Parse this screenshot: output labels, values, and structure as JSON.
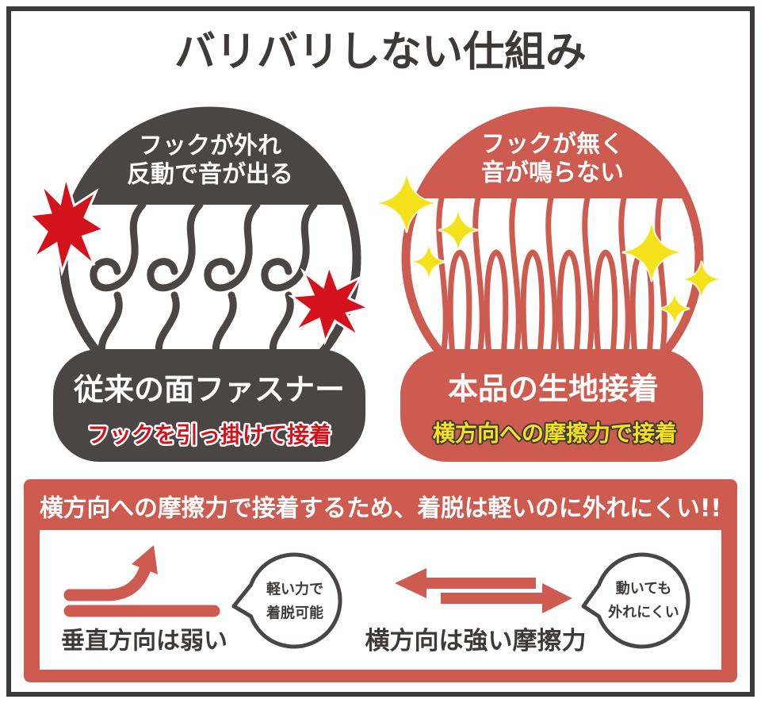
{
  "title": "バリバリしない仕組み",
  "conventional": {
    "caption_line1": "フックが外れ",
    "caption_line2": "反動で音が出る",
    "label": "従来の面ファスナー",
    "sublabel": "フックを引っ掛けて接着"
  },
  "product": {
    "caption_line1": "フックが無く",
    "caption_line2": "音が鳴らない",
    "label": "本品の生地接着",
    "sublabel": "横方向への摩擦力で接着"
  },
  "summary": {
    "headline": "横方向への摩擦力で接着するため、着脱は軽いのに外れにくい!!",
    "vertical": {
      "caption": "垂直方向は弱い",
      "bubble_line1": "軽い力で",
      "bubble_line2": "着脱可能"
    },
    "horizontal": {
      "caption": "横方向は強い摩擦力",
      "bubble_line1": "動いても",
      "bubble_line2": "外れにくい"
    }
  },
  "icons": {
    "conventional_alert": "burst-icon",
    "product_quiet": "sparkle-icon",
    "vertical_direction": "curved-up-arrow-icon",
    "horizontal_direction": "left-right-arrows-icon",
    "comment": "speech-bubble-icon"
  },
  "colors": {
    "frame": "#3e3a39",
    "dark_gray": "#4b4646",
    "salmon": "#cd5b4f",
    "alert_red": "#d3121c",
    "sparkle_yellow": "#f6e21a",
    "text_dark": "#3e3a39"
  }
}
